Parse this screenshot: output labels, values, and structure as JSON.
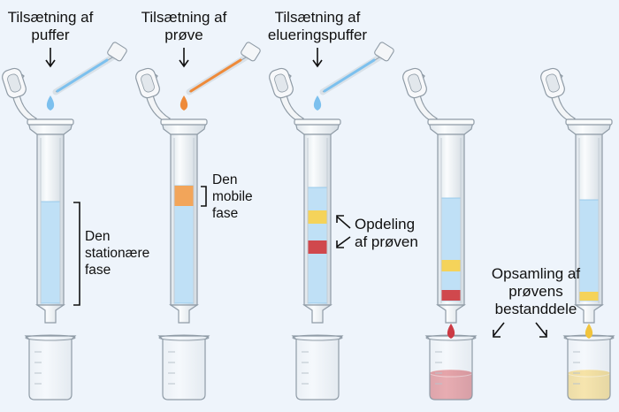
{
  "steps": [
    {
      "line1": "Tilsætning af",
      "line2": "puffer"
    },
    {
      "line1": "Tilsætning af",
      "line2": "prøve"
    },
    {
      "line1": "Tilsætning af",
      "line2": "elueringspuffer"
    }
  ],
  "labels": {
    "stationary": [
      "Den",
      "stationære",
      "fase"
    ],
    "mobile": [
      "Den",
      "mobile",
      "fase"
    ],
    "separation": [
      "Opdeling",
      "af prøven"
    ],
    "collection": [
      "Opsamling af",
      "prøvens",
      "bestanddele"
    ]
  },
  "colors": {
    "buffer": "#bfe0f6",
    "buffer_drop": "#7cc0ee",
    "sample": "#f2a55a",
    "sample_drop": "#ee8a3a",
    "band_yellow": "#f5d35a",
    "band_red": "#d0484d",
    "beaker_red": "#cc3a44",
    "beaker_yellow": "#f1c43c",
    "glass": "#ecf1f5",
    "outline": "#8f9ba6"
  }
}
